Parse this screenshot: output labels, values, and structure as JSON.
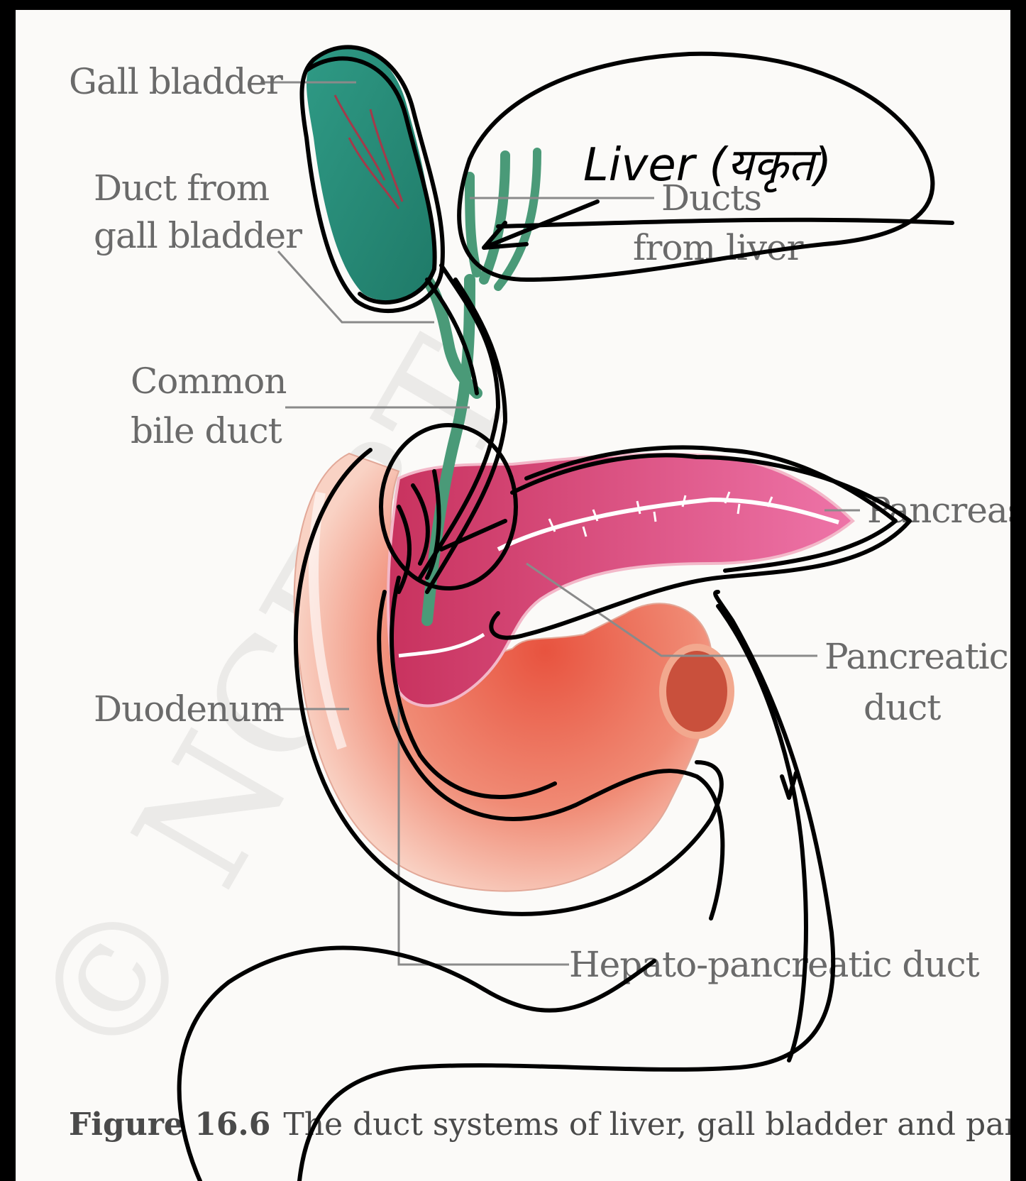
{
  "labels": {
    "gall_bladder": "Gall bladder",
    "duct_from_gb_1": "Duct from",
    "duct_from_gb_2": "gall bladder",
    "ducts_from_liver_1": "Ducts",
    "ducts_from_liver_2": "from liver",
    "common_bile_1": "Common",
    "common_bile_2": "bile duct",
    "pancreas": "Pancreas",
    "pancreatic_duct_1": "Pancreatic",
    "pancreatic_duct_2": "duct",
    "duodenum": "Duodenum",
    "hepato_pancreatic": "Hepato-pancreatic duct"
  },
  "caption": {
    "number": "Figure 16.6",
    "text": "The duct systems of liver, gall bladder and pancreas"
  },
  "annotation": {
    "liver": "Liver (यकृत)"
  },
  "colors": {
    "gall_bladder": "#2e8b7a",
    "duct_green": "#4a9a78",
    "pancreas": "#d9487e",
    "duodenum": "#e86a5a",
    "duodenum_light": "#f7c4b4",
    "ink": "#000000"
  }
}
